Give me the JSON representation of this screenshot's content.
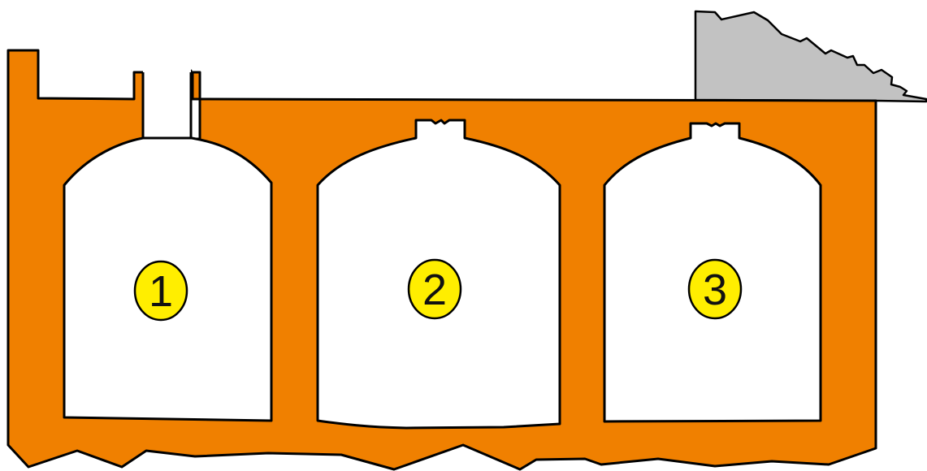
{
  "colors": {
    "structure": "#f08000",
    "outline": "#000000",
    "chamber_fill": "#ffffff",
    "rubble": "#c2c2c2",
    "label_badge": "#ffee00"
  },
  "chambers": [
    {
      "label": "1"
    },
    {
      "label": "2"
    },
    {
      "label": "3"
    }
  ]
}
